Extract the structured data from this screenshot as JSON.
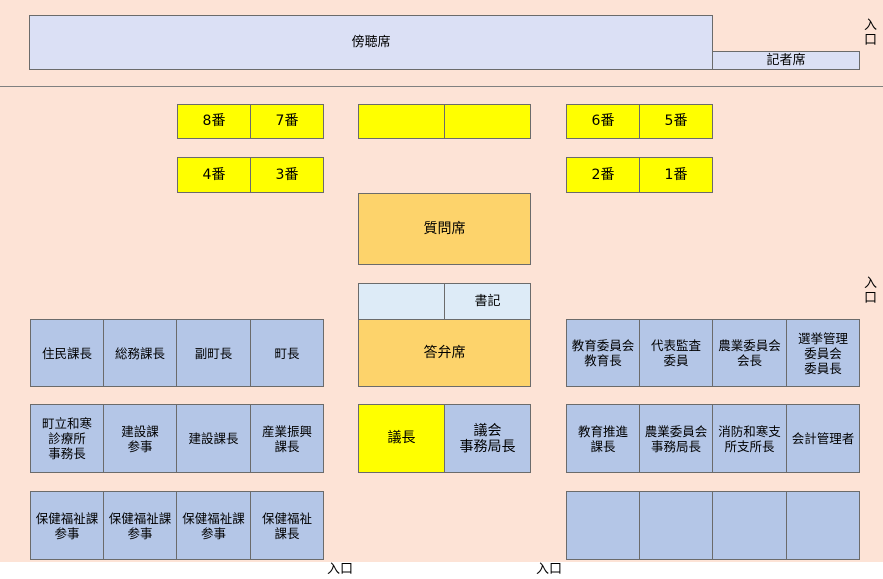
{
  "gallery": {
    "label": "傍聴席"
  },
  "press": {
    "label": "記者席"
  },
  "entrances": {
    "right_top": "入\n口",
    "right_middle": "入\n口",
    "bottom_left": "入口",
    "bottom_right": "入口"
  },
  "member_seats": {
    "row1_left": [
      "8番",
      "7番"
    ],
    "row1_right": [
      "6番",
      "5番"
    ],
    "row2_left": [
      "4番",
      "3番"
    ],
    "row2_right": [
      "2番",
      "1番"
    ]
  },
  "question_seat": "質問席",
  "clerk": "書記",
  "answer_seat": "答弁席",
  "chair": "議長",
  "secretariat": "議会\n事務局長",
  "left_officials": {
    "row1": [
      "住民課長",
      "総務課長",
      "副町長",
      "町長"
    ],
    "row2": [
      "町立和寒\n診療所\n事務長",
      "建設課\n参事",
      "建設課長",
      "産業振興\n課長"
    ],
    "row3": [
      "保健福祉課\n参事",
      "保健福祉課\n参事",
      "保健福祉課\n参事",
      "保健福祉\n課長"
    ]
  },
  "right_officials": {
    "row1": [
      "教育委員会\n教育長",
      "代表監査\n委員",
      "農業委員会\n会長",
      "選挙管理\n委員会\n委員長"
    ],
    "row2": [
      "教育推進\n課長",
      "農業委員会\n事務局長",
      "消防和寒支\n所支所長",
      "会計管理者"
    ],
    "row3": [
      "",
      "",
      "",
      ""
    ]
  },
  "colors": {
    "floor": "#fde3d6",
    "gallery": "#dbe0f5",
    "member_seat": "#ffff00",
    "podium": "#fdd36b",
    "clerk_blank": "#ddebf7",
    "official_seat": "#b4c6e7"
  }
}
